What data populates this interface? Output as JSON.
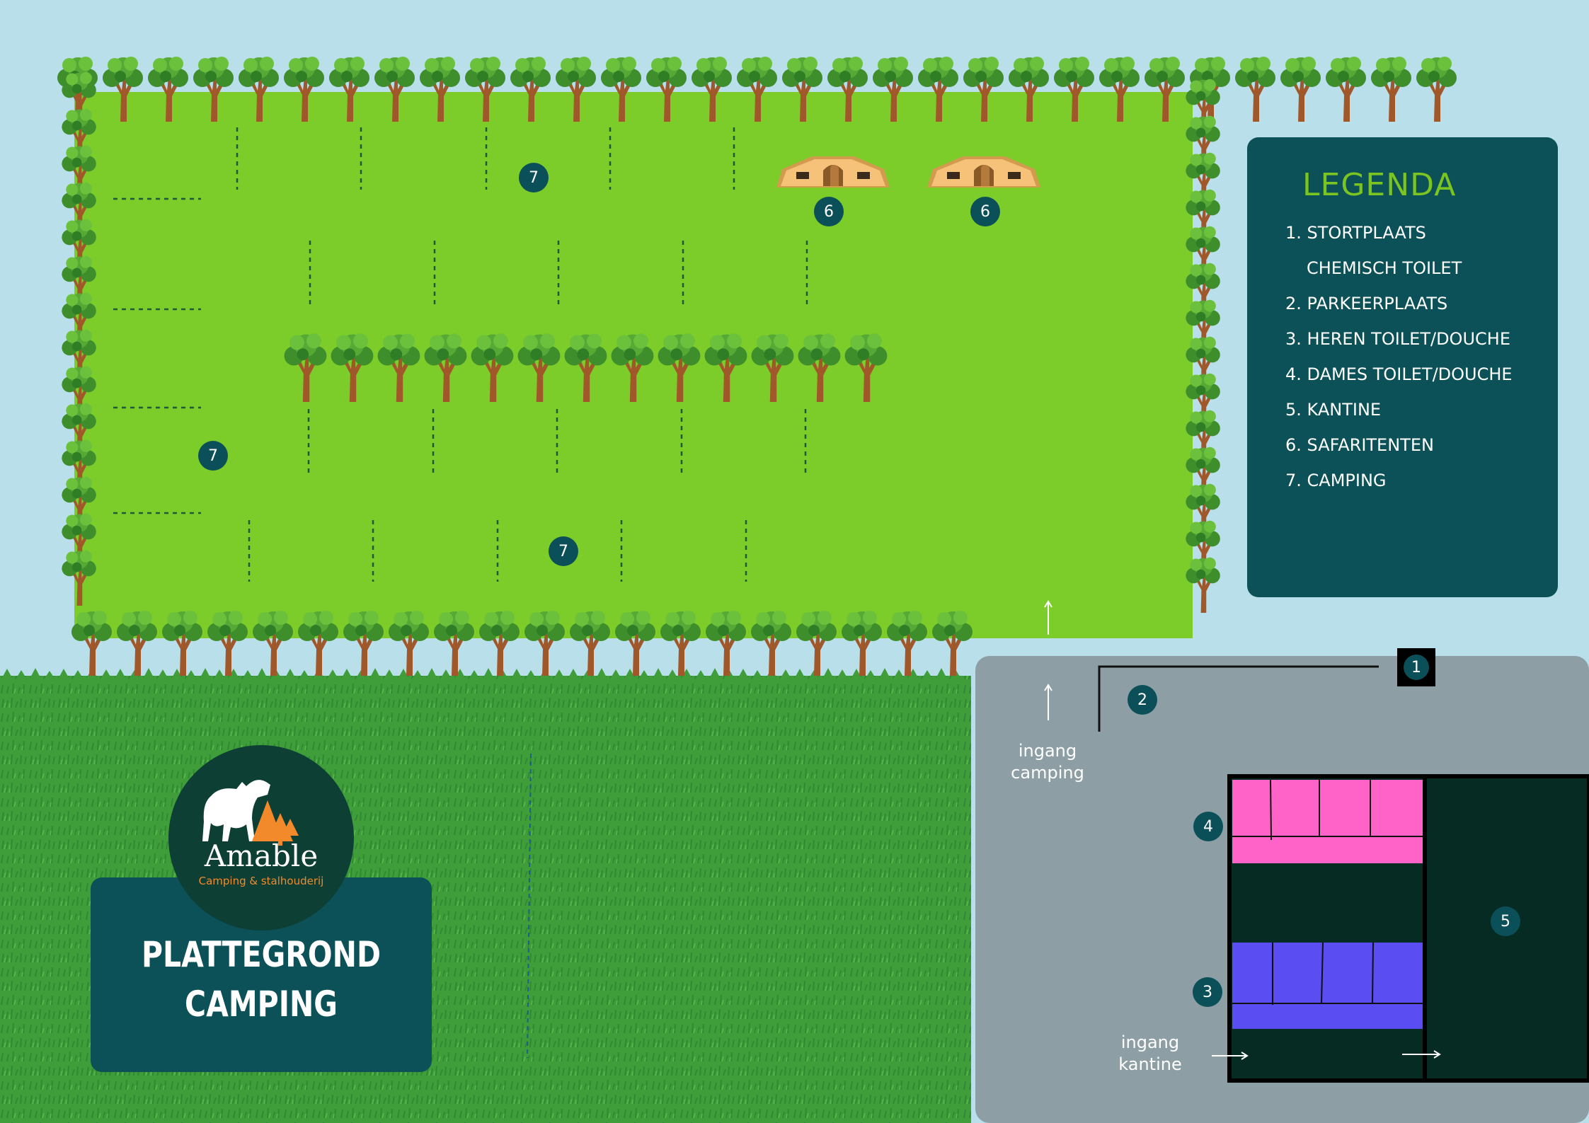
{
  "legend": {
    "title": "LEGENDA",
    "items": [
      "1. STORTPLAATS",
      "CHEMISCH TOILET",
      "2. PARKEERPLAATS",
      "3. HEREN TOILET/DOUCHE",
      "4. DAMES TOILET/DOUCHE",
      "5. KANTINE",
      "6. SAFARITENTEN",
      "7. CAMPING"
    ]
  },
  "title": {
    "line1": "PLATTEGROND",
    "line2": "CAMPING"
  },
  "logo": {
    "name": "Amable",
    "tagline": "Camping & stalhouderij"
  },
  "annotations": {
    "camping_entrance": [
      "ingang",
      "camping"
    ],
    "canteen_entrance": [
      "ingang",
      "kantine"
    ]
  },
  "markers": {
    "one": "1",
    "two": "2",
    "three": "3",
    "four": "4",
    "five": "5",
    "six": "6",
    "seven": "7"
  },
  "colors": {
    "sky": "#b9dfeb",
    "field": "#7ccd2a",
    "meadow": "#3f9e3a",
    "pavement": "#8d9fa4",
    "panel": "#0b5157",
    "legend_title": "#7cc521",
    "marker": "#0b4f59",
    "ladies": "#ff63c7",
    "gents": "#5a4ef3",
    "building": "#062b22",
    "logo_accent": "#f28a2c"
  },
  "icons": [
    "tree-icon",
    "safari-tent-icon",
    "horse-icon",
    "pine-tree-icon",
    "arrow-up-icon",
    "arrow-right-icon"
  ]
}
